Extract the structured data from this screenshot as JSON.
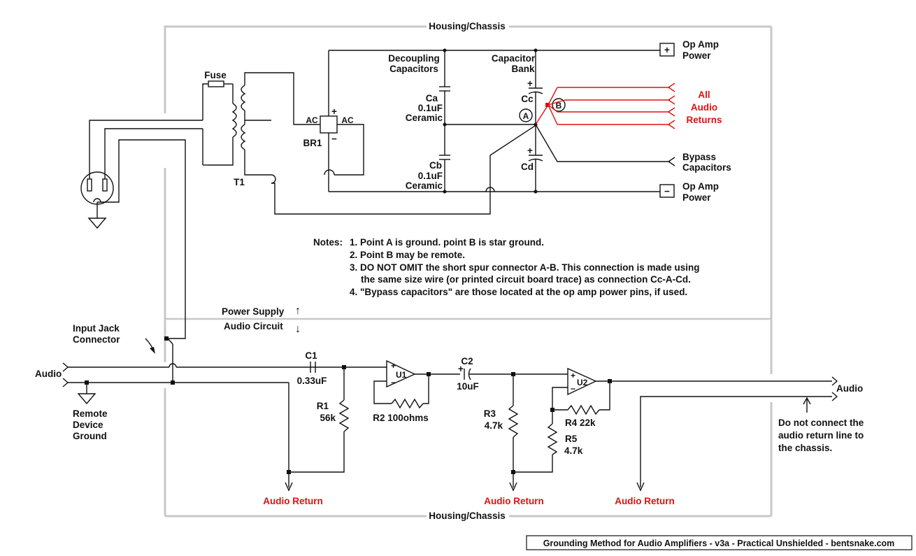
{
  "labels": {
    "housing_top": "Housing/Chassis",
    "housing_bottom": "Housing/Chassis",
    "fuse": "Fuse",
    "t1": "T1",
    "ac_left": "AC",
    "ac_right": "AC",
    "br1": "BR1",
    "plus": "+",
    "minus": "−",
    "decoupling_1": "Decoupling",
    "decoupling_2": "Capacitors",
    "cap_bank_1": "Capacitor",
    "cap_bank_2": "Bank",
    "ca": "Ca",
    "ca_val": "0.1uF",
    "ca_type": "Ceramic",
    "cb": "Cb",
    "cb_val": "0.1uF",
    "cb_type": "Ceramic",
    "cc": "Cc",
    "cd": "Cd",
    "point_a": "A",
    "point_b": "B",
    "opamp_pos_1": "Op Amp",
    "opamp_pos_2": "Power",
    "opamp_neg_1": "Op Amp",
    "opamp_neg_2": "Power",
    "pos_sign": "+",
    "neg_sign": "−",
    "all_returns_1": "All",
    "all_returns_2": "Audio",
    "all_returns_3": "Returns",
    "bypass_1": "Bypass",
    "bypass_2": "Capacitors",
    "power_supply": "Power Supply",
    "audio_circuit": "Audio Circuit",
    "up_arrow": "↑",
    "down_arrow": "↓",
    "input_jack_1": "Input Jack",
    "input_jack_2": "Connector",
    "audio_in": "Audio",
    "audio_out": "Audio",
    "remote_1": "Remote",
    "remote_2": "Device",
    "remote_3": "Ground",
    "c1": "C1",
    "c1_val": "0.33uF",
    "r1": "R1",
    "r1_val": "56k",
    "u1": "U1",
    "r2": "R2 100ohms",
    "c2": "C2",
    "c2_val": "10uF",
    "c2_plus": "+",
    "r3": "R3",
    "r3_val": "4.7k",
    "u2": "U2",
    "r4": "R4   22k",
    "r5": "R5",
    "r5_val": "4.7k",
    "audio_return_1": "Audio Return",
    "audio_return_2": "Audio Return",
    "audio_return_3": "Audio Return",
    "no_connect_1": "Do not connect the",
    "no_connect_2": "audio return line to",
    "no_connect_3": "the chassis.",
    "footer": "Grounding Method for Audio Amplifiers - v3a - Practical Unshielded - bentsnake.com"
  },
  "notes": {
    "prefix": "Notes:",
    "n1": "1. Point A is ground. point B is star ground.",
    "n2": "2. Point B may be remote.",
    "n3a": "3. DO NOT OMIT the short spur connector A-B. This connection is made using",
    "n3b": "the same size wire (or printed circuit board trace) as connection Cc-A-Cd.",
    "n4": "4. \"Bypass capacitors\" are those located at the op amp power pins, if used."
  },
  "colors": {
    "wire": "#111111",
    "chassis": "#c8c8c8",
    "highlight": "#e01010"
  }
}
